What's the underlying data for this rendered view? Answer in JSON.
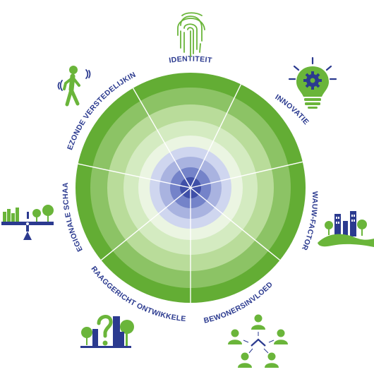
{
  "diagram": {
    "labels": [
      "IDENTITEIT",
      "INNOVATIE",
      "WAUW-FACTOR",
      "BEWONERSINVLOED",
      "VRAAGGERICHT ONTWIKKELEN",
      "REGIONALE SCHAAL",
      "GEZONDE VERSTEDELIJKING"
    ],
    "icons": [
      "fingerprint-icon",
      "lightbulb-gear-icon",
      "skyline-hill-icon",
      "people-network-icon",
      "question-city-icon",
      "balance-scale-icon",
      "walking-person-icon"
    ],
    "colors": {
      "green_dark": "#63ad34",
      "green_mid": "#8cc365",
      "green_light": "#b9dc9a",
      "green_pale": "#d4ebc1",
      "green_faint": "#ebf5e2",
      "blue_dark": "#3f4fa8",
      "blue_mid": "#7483c9",
      "blue_light": "#a9b3e0",
      "blue_pale": "#cfd6ef",
      "navy": "#2b3a8f",
      "icon_green": "#6ab53a"
    }
  }
}
